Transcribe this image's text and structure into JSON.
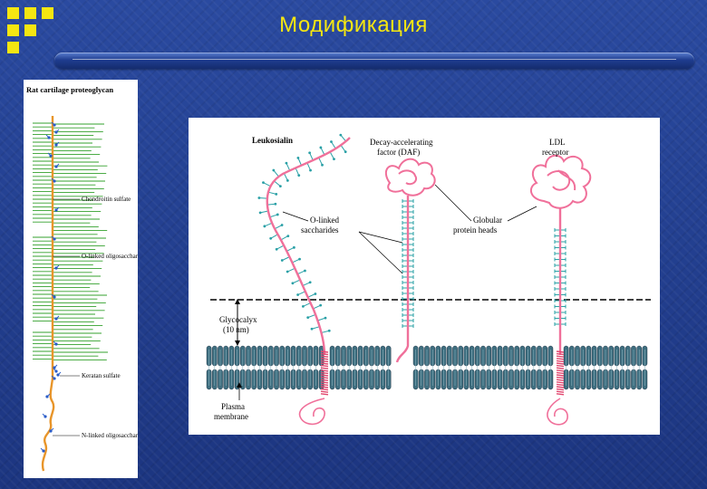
{
  "slide": {
    "title": "Модификация",
    "accent_color": "#f5e611",
    "background_color": "#1e3a86"
  },
  "left_figure": {
    "heading": "Rat cartilage proteoglycan",
    "labels": {
      "chondroitin": "Chondroitin sulfate",
      "o_linked": "O-linked oligosaccharides",
      "keratan": "Keratan sulfate",
      "n_linked": "N-linked oligosaccharides"
    },
    "colors": {
      "core": "#e8952a",
      "chains": "#33a02c",
      "sugars": "#2a5cc8"
    }
  },
  "right_figure": {
    "labels": {
      "leukosialin": "Leukosialin",
      "daf": "Decay-accelerating factor (DAF)",
      "ldl": "LDL receptor",
      "o_linked_saccharides": "O-linked saccharides",
      "globular_heads": "Globular protein heads",
      "glycocalyx": "Glycocalyx (10 nm)",
      "plasma_membrane": "Plasma membrane"
    },
    "colors": {
      "protein": "#f0709a",
      "sugars": "#2aa0a6",
      "membrane": "#3f6f80"
    }
  }
}
